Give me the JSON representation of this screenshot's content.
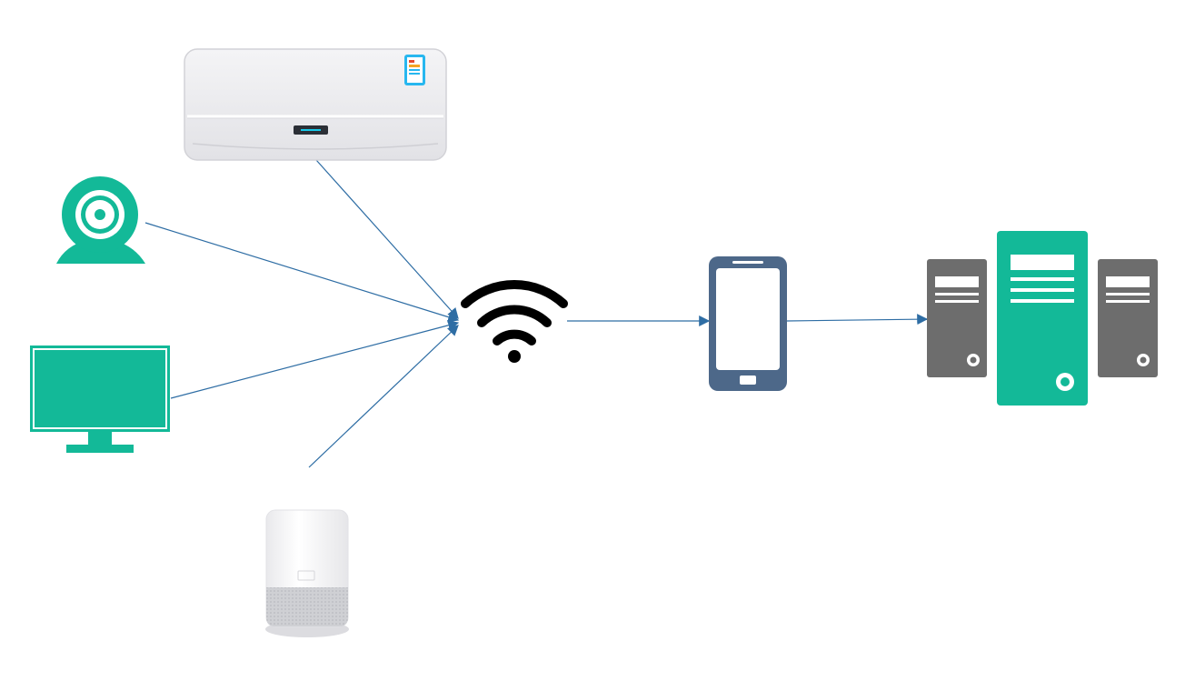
{
  "diagram": {
    "nodes": [
      {
        "id": "air-conditioner",
        "icon": "air-conditioner-icon"
      },
      {
        "id": "webcam",
        "icon": "webcam-icon"
      },
      {
        "id": "monitor",
        "icon": "monitor-icon"
      },
      {
        "id": "smart-speaker",
        "icon": "smart-speaker-icon"
      },
      {
        "id": "wifi",
        "icon": "wifi-icon"
      },
      {
        "id": "smartphone",
        "icon": "smartphone-icon"
      },
      {
        "id": "servers",
        "icon": "server-cluster-icon"
      }
    ],
    "edges": [
      {
        "from": "air-conditioner",
        "to": "wifi"
      },
      {
        "from": "webcam",
        "to": "wifi"
      },
      {
        "from": "monitor",
        "to": "wifi"
      },
      {
        "from": "smart-speaker",
        "to": "wifi"
      },
      {
        "from": "wifi",
        "to": "smartphone"
      },
      {
        "from": "smartphone",
        "to": "servers"
      }
    ]
  },
  "colors": {
    "teal": "#13b998",
    "connector": "#2e6da4",
    "phone": "#4d6889",
    "server_gray": "#6d6d6d",
    "ac_body": "#ececef",
    "wifi": "#000000"
  }
}
